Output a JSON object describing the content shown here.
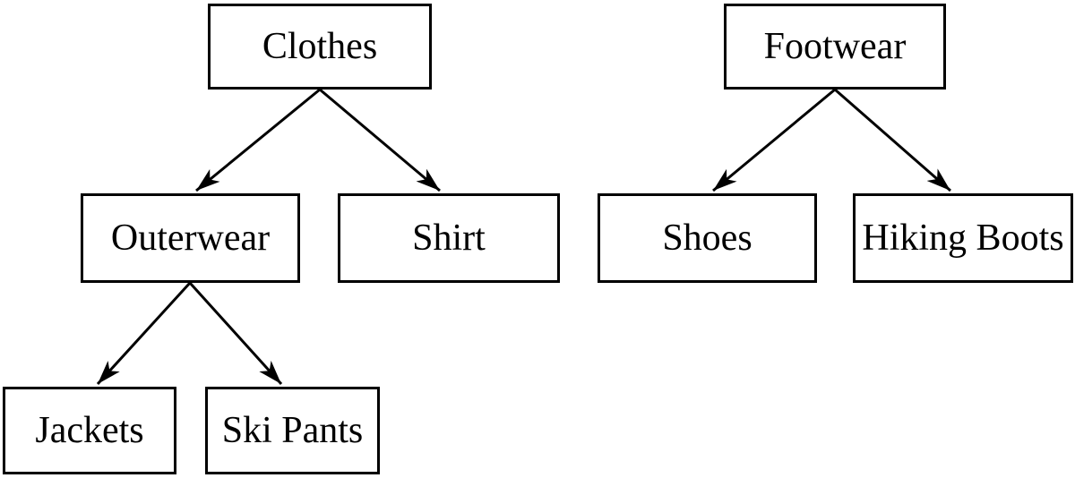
{
  "diagram": {
    "type": "tree-hierarchy",
    "colors": {
      "background": "#ffffff",
      "box_border": "#000000",
      "box_fill": "#ffffff",
      "text": "#000000",
      "arrow": "#000000"
    },
    "nodes": {
      "clothes": {
        "label": "Clothes"
      },
      "footwear": {
        "label": "Footwear"
      },
      "outerwear": {
        "label": "Outerwear"
      },
      "shirt": {
        "label": "Shirt"
      },
      "shoes": {
        "label": "Shoes"
      },
      "hiking_boots": {
        "label": "Hiking Boots"
      },
      "jackets": {
        "label": "Jackets"
      },
      "ski_pants": {
        "label": "Ski Pants"
      }
    },
    "edges": [
      {
        "from": "clothes",
        "to": "outerwear",
        "arrow": "filled-triangle"
      },
      {
        "from": "clothes",
        "to": "shirt",
        "arrow": "filled-triangle"
      },
      {
        "from": "footwear",
        "to": "shoes",
        "arrow": "filled-triangle"
      },
      {
        "from": "footwear",
        "to": "hiking_boots",
        "arrow": "filled-triangle"
      },
      {
        "from": "outerwear",
        "to": "jackets",
        "arrow": "filled-triangle"
      },
      {
        "from": "outerwear",
        "to": "ski_pants",
        "arrow": "filled-triangle"
      }
    ]
  }
}
